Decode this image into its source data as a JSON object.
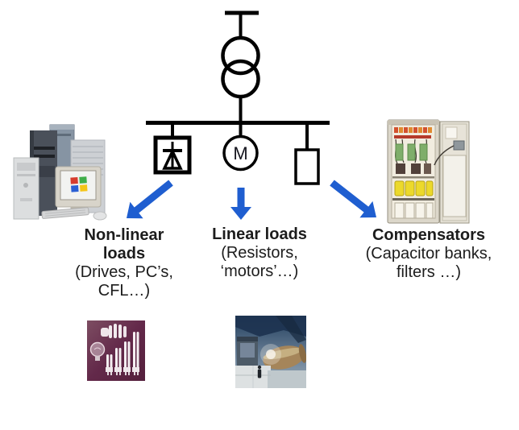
{
  "colors": {
    "line": "#000000",
    "arrow": "#1f5ed0",
    "text": "#1c1c1c",
    "cfl_bg": "#63294a"
  },
  "diagram": {
    "motor_label": "M"
  },
  "labels": {
    "nonlinear": {
      "title_line1": "Non-linear",
      "title_line2": "loads",
      "sub_line1": "(Drives, PC’s,",
      "sub_line2": "CFL…)"
    },
    "linear": {
      "title": "Linear loads",
      "sub_line1": "(Resistors,",
      "sub_line2": "‘motors’…)"
    },
    "compensators": {
      "title": "Compensators",
      "sub_line1": "(Capacitor banks,",
      "sub_line2": "filters …)"
    }
  },
  "icons": {
    "source": "power-source-bar",
    "transformer": "transformer-two-circles",
    "busbar": "busbar-line",
    "rectifier": "rectifier-diode-box",
    "motor": "motor-circle",
    "compensator": "compensator-box",
    "arrow": "blue-arrow"
  },
  "images": {
    "computers": "pc-towers-and-monitor-photo",
    "cabinet": "compensator-cabinet-photo",
    "cfl": "cfl-lamps-photo",
    "motors": "industrial-motors-photo"
  }
}
